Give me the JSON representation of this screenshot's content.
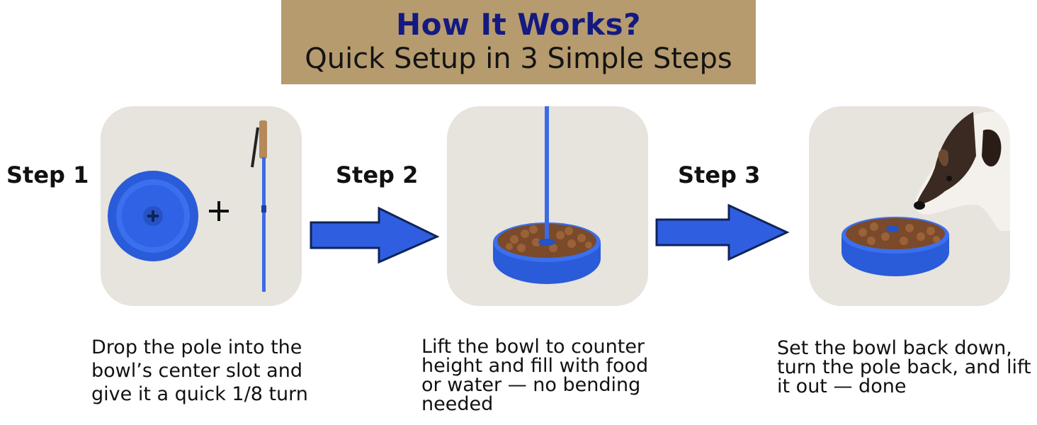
{
  "header": {
    "title": "How It Works?",
    "subtitle": "Quick Setup in 3 Simple Steps"
  },
  "colors": {
    "banner_bg": "#b69b6e",
    "title_color": "#141a80",
    "accent_blue": "#2f5fe0",
    "card_bg": "#e7e3dd"
  },
  "steps": [
    {
      "label": "Step 1",
      "description": "Drop the pole into the bowl’s center slot and give it a quick 1/8 turn",
      "plus": "+"
    },
    {
      "label": "Step 2",
      "description": "Lift the bowl to counter height and fill with food or water — no bending needed"
    },
    {
      "label": "Step 3",
      "description": "Set the bowl back down, turn the pole back, and lift it out — done"
    }
  ],
  "icons": [
    "bowl-image",
    "pole-image",
    "plus-icon",
    "arrow-right-icon",
    "bowl-with-food-image",
    "dog-eating-image"
  ]
}
